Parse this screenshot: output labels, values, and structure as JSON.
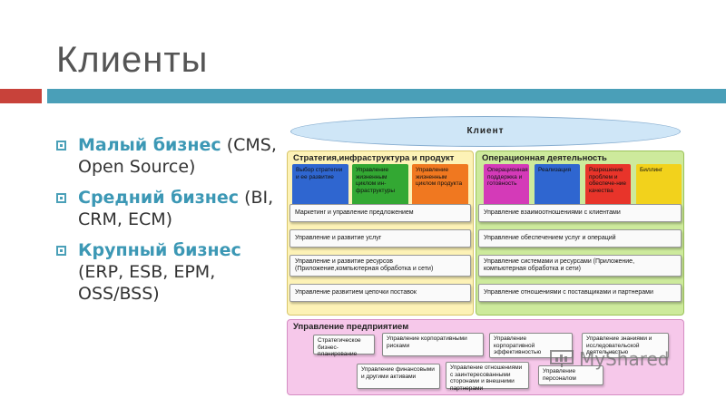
{
  "slide": {
    "title": "Клиенты"
  },
  "bullets": [
    {
      "head": "Малый бизнес",
      "rest": " (CMS, Open Source)"
    },
    {
      "head": "Средний бизнес",
      "rest": " (BI, CRM, ECM)"
    },
    {
      "head": "Крупный бизнес",
      "rest": " (ERP, ESB, EPM, OSS/BSS)"
    }
  ],
  "diagram": {
    "client": "Клиент",
    "left": {
      "title": "Стратегия,инфраструктура и продукт",
      "columns": [
        "Выбор стратегии и ее развитие",
        "Управление жизненным циклом ин-фраструктуры",
        "Управление жизненным циклом продукта"
      ],
      "column_colors": [
        "#2f66d0",
        "#33a833",
        "#f07820"
      ],
      "bars": [
        "Маркетинг и управление предложением",
        "Управление и развитие услуг",
        "Управление и развитие ресурсов (Приложение,компьютерная обработка и сети)",
        "Управление развитием цепочки поставок"
      ]
    },
    "right": {
      "title": "Операционная деятельность",
      "columns": [
        "Операционная поддержка и готовность",
        "Реализация",
        "Разрешение проблем и обеспече-ние качества",
        "Биллинг"
      ],
      "column_colors": [
        "#d43ab8",
        "#2f66d0",
        "#e8342a",
        "#f2d21c"
      ],
      "bars": [
        "Управление взаимоотношениями с клиентами",
        "Управление обеспечением услуг и операций",
        "Управление системами и ресурсами (Приложение, компьютерная обработка и сети)",
        "Управление отношениями с поставщиками и партнерами"
      ]
    },
    "bottom": {
      "title": "Управление предприятием",
      "boxes": [
        "Стратегическое бизнес-планирование",
        "Управление корпоративными рисками",
        "Управление корпоративной эффективностью",
        "Управление знаниями и исследовательской деятельностью",
        "Управление финансовыми и другими активами",
        "Управление отношениями с заинтересованными сторонами и внешними партнерами",
        "Управление персоналом"
      ]
    }
  },
  "watermark": "MyShared"
}
